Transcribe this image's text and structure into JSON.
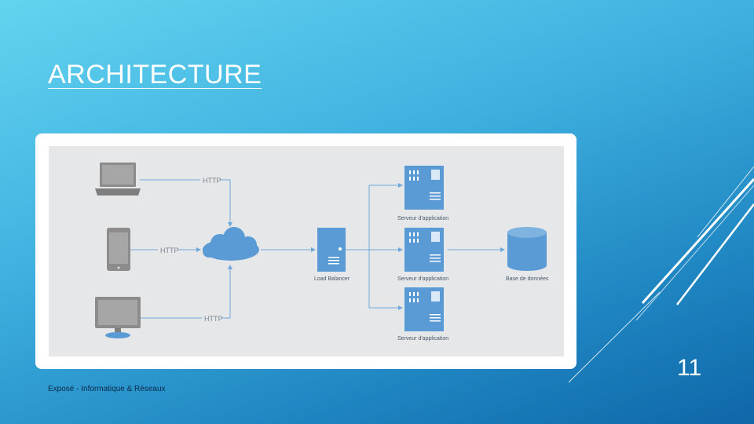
{
  "slide": {
    "title": "ARCHITECTURE",
    "page_number": "11",
    "footer": "Exposé - Informatique & Réseaux"
  },
  "diagram": {
    "links": {
      "laptop": "HTTP",
      "phone": "HTTP",
      "desktop": "HTTP"
    },
    "nodes": {
      "load_balancer": "Load Balancer",
      "app_server_1": "Serveur d'application",
      "app_server_2": "Serveur d'application",
      "app_server_3": "Serveur d'application",
      "database": "Base de données"
    },
    "colors": {
      "node_blue": "#5b9bd5",
      "device_gray": "#8c8c8c",
      "line": "#6fa8dc"
    }
  }
}
